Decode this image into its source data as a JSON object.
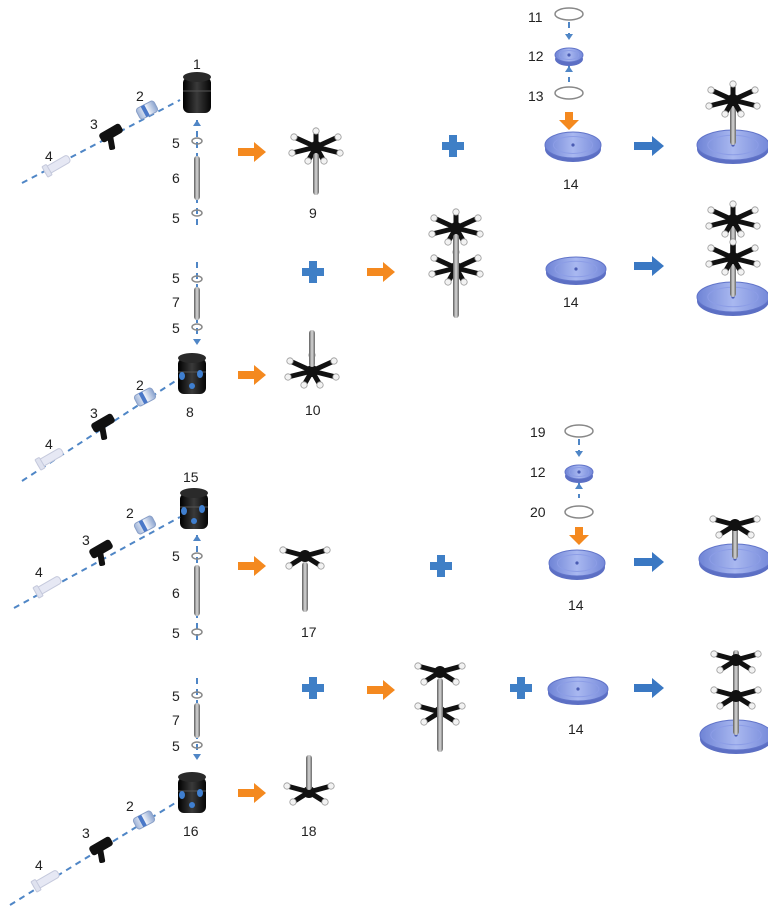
{
  "colors": {
    "orange_arrow": "#f4891f",
    "blue_arrow": "#3a78c3",
    "plus": "#3f7fc6",
    "dashed": "#4f86c6",
    "disk": "#7f93e0",
    "hub": "#1b1b1b",
    "rod": "#8a8a8a"
  },
  "labels": {
    "l1": "1",
    "l2a": "2",
    "l3a": "3",
    "l4a": "4",
    "l5a": "5",
    "l6a": "6",
    "l5b": "5",
    "l9": "9",
    "l11": "11",
    "l12a": "12",
    "l13": "13",
    "l14a": "14",
    "l5c": "5",
    "l7a": "7",
    "l5d": "5",
    "l14b": "14",
    "l2b": "2",
    "l3b": "3",
    "l8": "8",
    "l10": "10",
    "l4b": "4",
    "l19": "19",
    "l12b": "12",
    "l20": "20",
    "l15": "15",
    "l2c": "2",
    "l3c": "3",
    "l4c": "4",
    "l5e": "5",
    "l6b": "6",
    "l5f": "5",
    "l17": "17",
    "l14c": "14",
    "l5g": "5",
    "l7b": "7",
    "l5h": "5",
    "l14d": "14",
    "l2d": "2",
    "l3d": "3",
    "l16": "16",
    "l18": "18",
    "l4d": "4"
  },
  "icons": [
    "hub-cap-icon",
    "adapter-icon",
    "y-connector-icon",
    "syringe-tip-icon",
    "o-ring-icon",
    "rod-icon",
    "star-rack-icon",
    "disk-icon",
    "plus-icon",
    "arrow-icon"
  ]
}
